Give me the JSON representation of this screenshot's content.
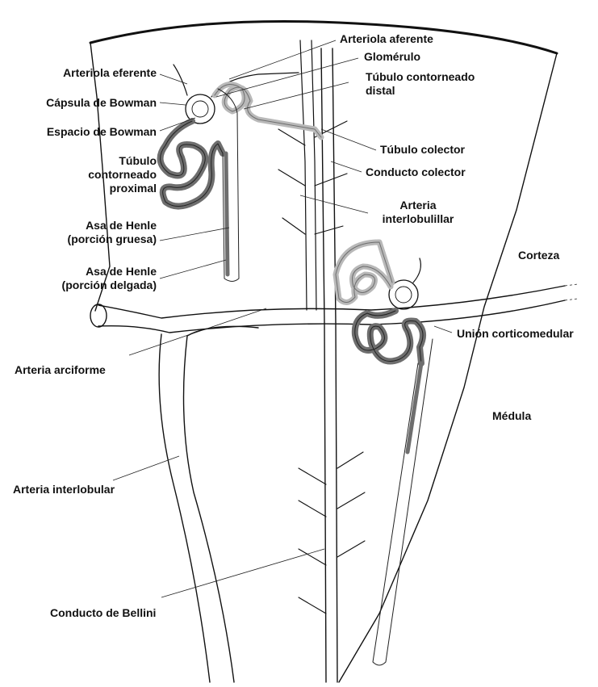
{
  "labels": {
    "arteriola_eferente": "Arteriola eferente",
    "capsula_bowman": "Cápsula de Bowman",
    "espacio_bowman": "Espacio de Bowman",
    "tubulo_proximal": [
      "Túbulo",
      "contorneado",
      "proximal"
    ],
    "asa_gruesa": [
      "Asa de Henle",
      "(porción gruesa)"
    ],
    "asa_delgada": [
      "Asa de Henle",
      "(porción delgada)"
    ],
    "arteria_arciforme": "Arteria arciforme",
    "arteria_interlobular": "Arteria interlobular",
    "conducto_bellini": "Conducto de Bellini",
    "arteriola_aferente": "Arteriola aferente",
    "glomerulo": "Glomérulo",
    "tubulo_distal": [
      "Túbulo contorneado",
      "distal"
    ],
    "tubulo_colector": "Túbulo colector",
    "conducto_colector": "Conducto colector",
    "arteria_interlobulillar": [
      "Arteria",
      "interlobulillar"
    ],
    "corteza": "Corteza",
    "union_corticomedular": "Unión corticomedular",
    "medula": "Médula"
  },
  "colors": {
    "line": "#111111",
    "tubule_dark": "#6e6e6e",
    "tubule_light": "#b9b9b9"
  }
}
